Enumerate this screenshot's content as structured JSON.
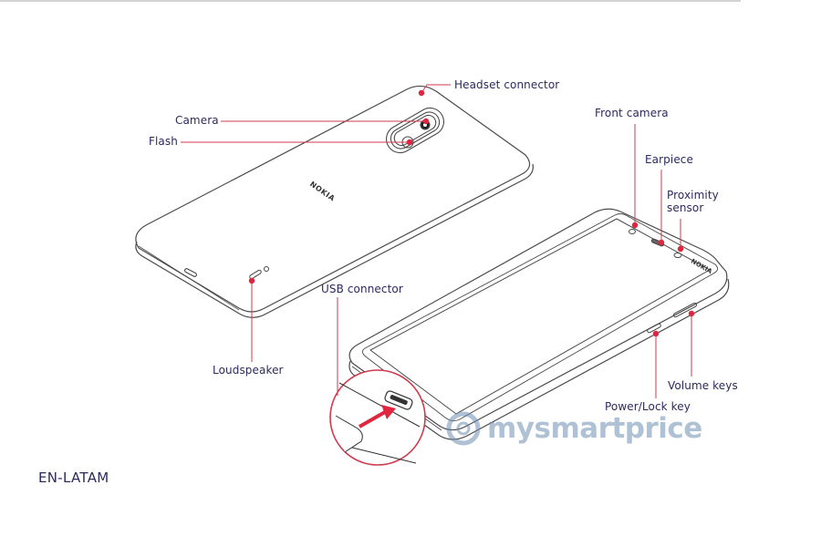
{
  "figure": {
    "title": "Nokia phone parts diagram",
    "region_code": "EN-LATAM",
    "watermark": "mysmartprice",
    "brand_mark": "NOKIA",
    "colors": {
      "label_text": "#2c2a5e",
      "leader_line": "#d23a4e",
      "leader_dot": "#e0263e",
      "outline": "#4a4a4a",
      "watermark": "#6f8fb3"
    }
  },
  "back_view": {
    "labels": {
      "headset_connector": "Headset connector",
      "camera": "Camera",
      "flash": "Flash",
      "loudspeaker": "Loudspeaker"
    }
  },
  "front_view": {
    "labels": {
      "front_camera": "Front camera",
      "earpiece": "Earpiece",
      "proximity_sensor": "Proximity\nsensor",
      "usb_connector": "USB connector",
      "power_lock_key": "Power/Lock key",
      "volume_keys": "Volume keys"
    }
  }
}
